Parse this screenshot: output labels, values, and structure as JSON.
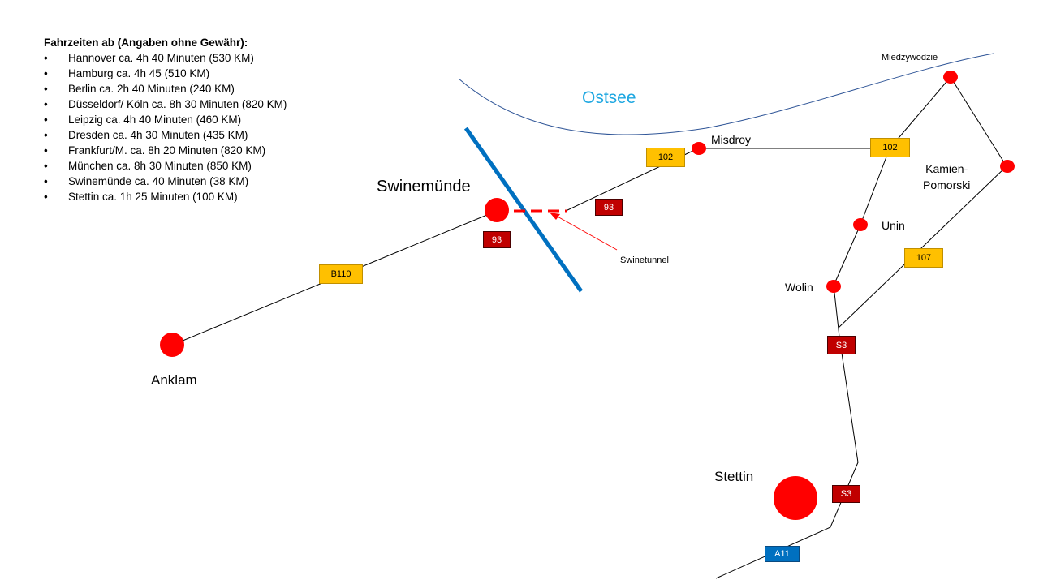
{
  "info": {
    "title": "Fahrzeiten ab (Angaben ohne Gewähr):",
    "bullet": "•",
    "items": [
      "Hannover  ca. 4h 40 Minuten (530 KM)",
      "Hamburg ca. 4h 45 (510 KM)",
      "Berlin ca. 2h 40 Minuten (240 KM)",
      "Düsseldorf/ Köln ca. 8h 30 Minuten (820 KM)",
      "Leipzig ca. 4h 40 Minuten (460 KM)",
      "Dresden ca. 4h 30 Minuten (435 KM)",
      "Frankfurt/M. ca. 8h 20 Minuten (820 KM)",
      "München ca. 8h 30 Minuten (850 KM)",
      "Swinemünde ca. 40 Minuten (38 KM)",
      "Stettin ca. 1h 25 Minuten (100 KM)"
    ]
  },
  "places": {
    "sea": "Ostsee",
    "swinemuende": "Swinemünde",
    "anklam": "Anklam",
    "stettin": "Stettin",
    "misdroy": "Misdroy",
    "miedzywodzie": "Miedzywodzie",
    "kamien_line1": "Kamien-",
    "kamien_line2": "Pomorski",
    "unin": "Unin",
    "wolin": "Wolin",
    "swinetunnel": "Swinetunnel"
  },
  "roads": {
    "b110": "B110",
    "r93_left": "93",
    "r93_right": "93",
    "r102_left": "102",
    "r102_right": "102",
    "r107": "107",
    "s3_upper": "S3",
    "s3_lower": "S3",
    "a11": "A11"
  },
  "colors": {
    "city_marker": "#ff0000",
    "sea_text": "#1ea7e1",
    "coastline": "#2f5597",
    "river": "#0070c0",
    "road_line": "#000000",
    "tunnel": "#ff0000",
    "sign_yellow": "#ffc000",
    "sign_red": "#c00000",
    "sign_blue": "#0070c0"
  }
}
